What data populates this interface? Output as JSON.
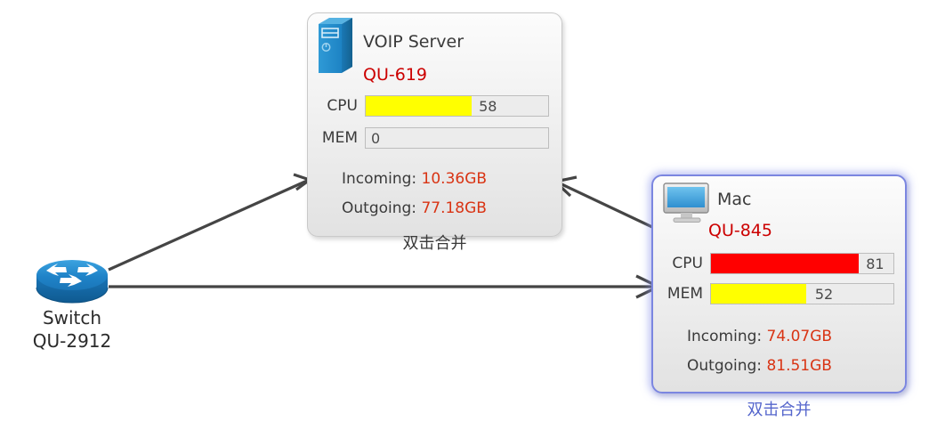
{
  "diagram": {
    "type": "network-topology",
    "background": "#ffffff",
    "edge_color": "#454545",
    "accent_red": "#cc0000",
    "traffic_value_color": "#d93414",
    "selected_border_color": "#7b86e0"
  },
  "nodes": {
    "switch": {
      "icon": "switch-icon",
      "name": "Switch",
      "id": "QU-2912",
      "label_color": "#2b2b2b"
    },
    "voip_server": {
      "icon": "server-tower-icon",
      "title": "VOIP Server",
      "id": "QU-619",
      "selected": false,
      "metrics": [
        {
          "label": "CPU",
          "value": 58,
          "display": "58",
          "percent": 58,
          "fill_color": "#ffff00"
        },
        {
          "label": "MEM",
          "value": 0,
          "display": "0",
          "percent": 0,
          "fill_color": "#ffff00"
        }
      ],
      "traffic": [
        {
          "label": "Incoming:",
          "value": "10.36GB"
        },
        {
          "label": "Outgoing:",
          "value": "77.18GB"
        }
      ],
      "merge_caption": "双击合并",
      "merge_caption_color": "#3a3a3a"
    },
    "mac": {
      "icon": "monitor-icon",
      "title": "Mac",
      "id": "QU-845",
      "selected": true,
      "metrics": [
        {
          "label": "CPU",
          "value": 81,
          "display": "81",
          "percent": 81,
          "fill_color": "#ff0000"
        },
        {
          "label": "MEM",
          "value": 52,
          "display": "52",
          "percent": 52,
          "fill_color": "#ffff00"
        }
      ],
      "traffic": [
        {
          "label": "Incoming:",
          "value": "74.07GB"
        },
        {
          "label": "Outgoing:",
          "value": "81.51GB"
        }
      ],
      "merge_caption": "双击合并",
      "merge_caption_color": "#5566cc"
    }
  },
  "edges": [
    {
      "name": "switch-to-voip-server",
      "from": "switch",
      "to": "voip_server",
      "direction": "forward"
    },
    {
      "name": "switch-to-mac",
      "from": "switch",
      "to": "mac",
      "direction": "forward"
    },
    {
      "name": "mac-to-voip-server",
      "from": "mac",
      "to": "voip_server",
      "direction": "forward"
    }
  ]
}
